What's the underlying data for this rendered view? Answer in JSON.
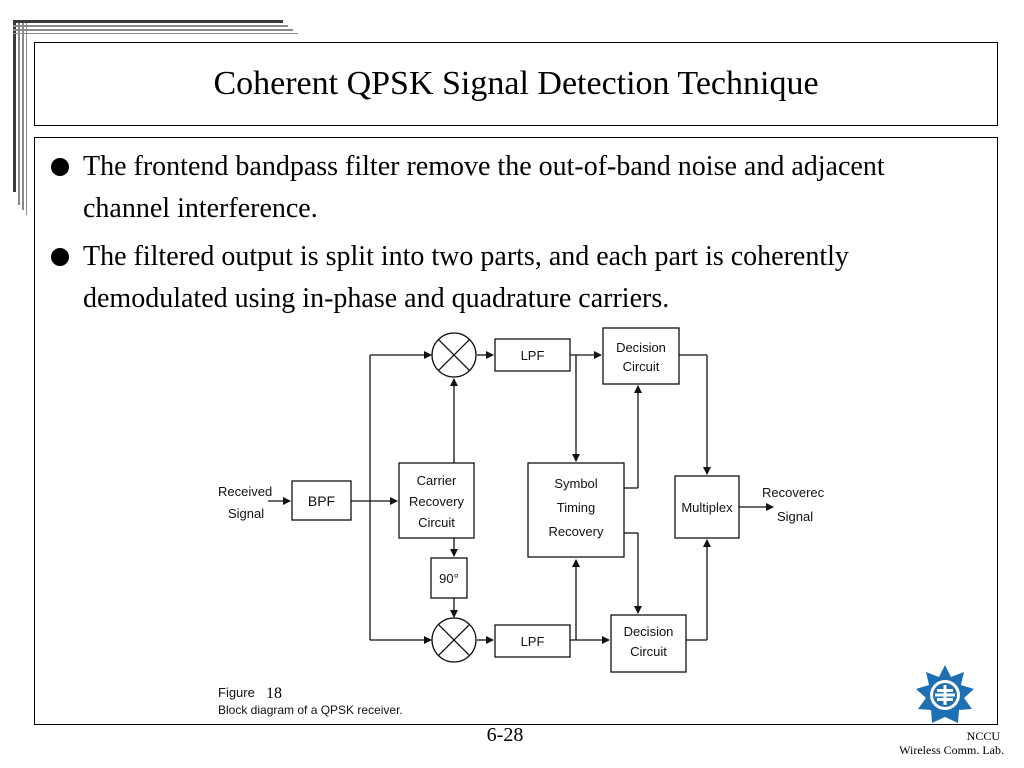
{
  "title": "Coherent QPSK Signal Detection Technique",
  "bullets": [
    "The frontend bandpass filter remove the out-of-band noise and adjacent channel interference.",
    "The filtered output is split into two parts, and each part is coherently demodulated using in-phase and quadrature carriers."
  ],
  "diagram": {
    "received_signal": [
      "Received",
      "Signal"
    ],
    "bpf": "BPF",
    "carrier_recovery": [
      "Carrier",
      "Recovery",
      "Circuit"
    ],
    "phase_shift": "90°",
    "lpf_top": "LPF",
    "lpf_bottom": "LPF",
    "decision_top": [
      "Decision",
      "Circuit"
    ],
    "decision_bottom": [
      "Decision",
      "Circuit"
    ],
    "symbol_timing": [
      "Symbol",
      "Timing",
      "Recovery"
    ],
    "multiplex": "Multiplex",
    "recovered_signal": [
      "Recoverec",
      "Signal"
    ],
    "figure_label": "Figure",
    "figure_number": "18",
    "figure_caption": "Block diagram of a QPSK receiver."
  },
  "footer": {
    "slide_number": "6-28",
    "org": "NCCU",
    "lab": "Wireless Comm. Lab."
  },
  "colors": {
    "logo": "#1f6fb3"
  }
}
